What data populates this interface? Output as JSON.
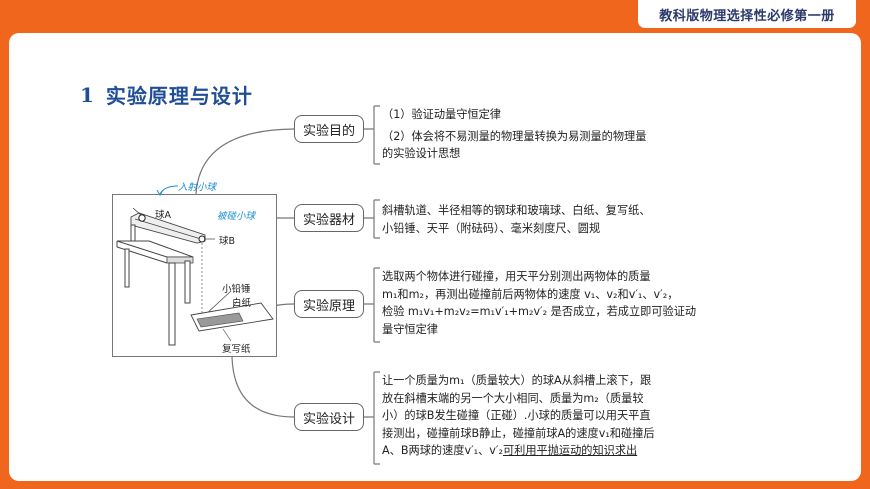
{
  "header": {
    "book_title": "教科版物理选择性必修第一册"
  },
  "section": {
    "number": "1",
    "title": "实验原理与设计"
  },
  "diagram": {
    "handwritten_incident": "入射小球",
    "handwritten_target": "被碰小球",
    "ball_a": "球A",
    "ball_b": "球B",
    "plumb": "小铅锤",
    "white_paper": "白纸",
    "carbon_paper": "复写纸"
  },
  "items": {
    "purpose": {
      "label": "实验目的",
      "line1": "（1）验证动量守恒定律",
      "line2": "（2）体会将不易测量的物理量转换为易测量的物理量",
      "line3": "的实验设计思想"
    },
    "equipment": {
      "label": "实验器材",
      "line1": "斜槽轨道、半径相等的钢球和玻璃球、白纸、复写纸、",
      "line2": "小铅锤、天平（附砝码）、毫米刻度尺、圆规"
    },
    "principle": {
      "label": "实验原理",
      "line1": "选取两个物体进行碰撞，用天平分别测出两物体的质量",
      "line2_a": "m₁和m₂，再测出碰撞前后两物体的速度 v₁、v₂和v′₁、v′₂，",
      "line3": "检验 m₁v₁+m₂v₂=m₁v′₁+m₂v′₂ 是否成立，若成立即可验证动",
      "line4": "量守恒定律"
    },
    "design": {
      "label": "实验设计",
      "line1": "让一个质量为m₁（质量较大）的球A从斜槽上滚下，跟",
      "line2": "放在斜槽末端的另一个大小相同、质量为m₂（质量较",
      "line3": "小）的球B发生碰撞（正碰）.小球的质量可以用天平直",
      "line4": "接测出，碰撞前球B静止，碰撞前球A的速度v₁和碰撞后",
      "line5_a": "A、B两球的速度v′₁、v′₂",
      "line5_b": "可利用平抛运动的知识求出"
    }
  },
  "colors": {
    "frame": "#f0661c",
    "title": "#1f4e96",
    "handwriting": "#1a8fd0"
  }
}
